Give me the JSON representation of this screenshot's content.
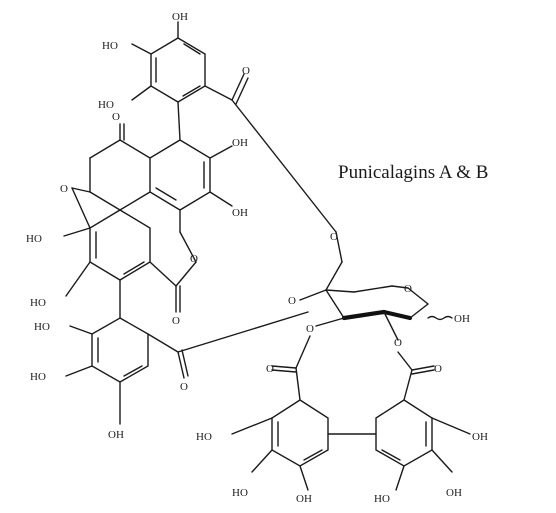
{
  "diagram": {
    "title": "Punicalagins A & B",
    "labels": {
      "oh": "OH",
      "ho": "HO",
      "o": "O"
    },
    "colors": {
      "ink": "#1a1a1a",
      "background": "#ffffff"
    }
  }
}
